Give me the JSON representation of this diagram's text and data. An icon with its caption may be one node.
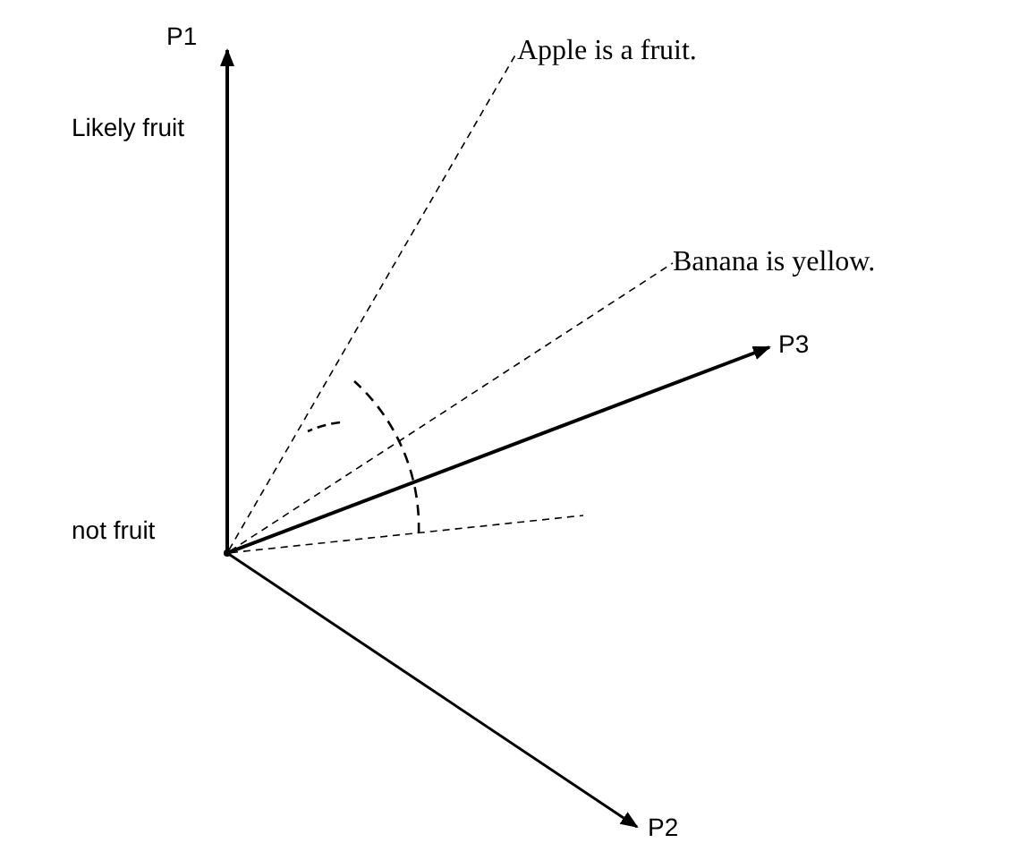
{
  "diagram": {
    "nodes": [
      {
        "text": [
          "Apple is a fruit."
        ]
      },
      {
        "text": [
          "Banana is yellow."
        ]
      },
      {
        "text": [],
        "shape": "dot"
      }
    ],
    "edges": [
      {
        "from": 2,
        "to": 0,
        "arrow": "none",
        "style": "dashed"
      },
      {
        "from": 2,
        "to": 1,
        "arrow": "none",
        "style": "dashed"
      },
      {
        "from": 2,
        "to": null,
        "arrow": "none",
        "style": "dashed"
      }
    ],
    "labels": [
      "P1",
      "Likely fruit",
      "P3",
      "not fruit",
      "P2"
    ]
  }
}
